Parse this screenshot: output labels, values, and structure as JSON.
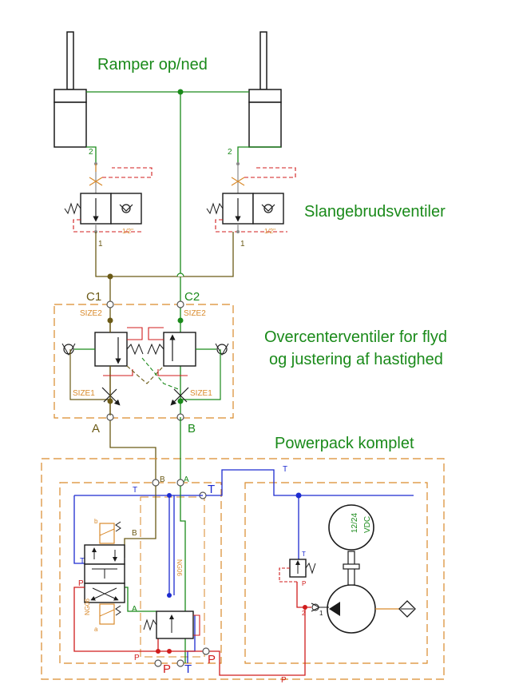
{
  "titles": {
    "ramper": "Ramper op/ned",
    "slangebrud": "Slangebrudsventiler",
    "overcenter_line1": "Overcenterventiler for flyd",
    "overcenter_line2": "og justering af hastighed",
    "powerpack": "Powerpack komplet"
  },
  "ports": {
    "c1": "C1",
    "c2": "C2",
    "a": "A",
    "b": "B",
    "one": "1",
    "two": "2",
    "half_inch": "1/2\"",
    "size1": "SIZE1",
    "size2": "SIZE2",
    "t": "T",
    "p": "P",
    "a_lower": "a",
    "b_lower": "b",
    "ng06": "NG06",
    "motor_v1": "12/24",
    "motor_v2": "VDC"
  },
  "colors": {
    "green": "#1a8a1a",
    "orange": "#d98a2b",
    "blue": "#1c2bd0",
    "red": "#d01c1c",
    "olive": "#6b5a16",
    "line": "#1a1a1a"
  }
}
